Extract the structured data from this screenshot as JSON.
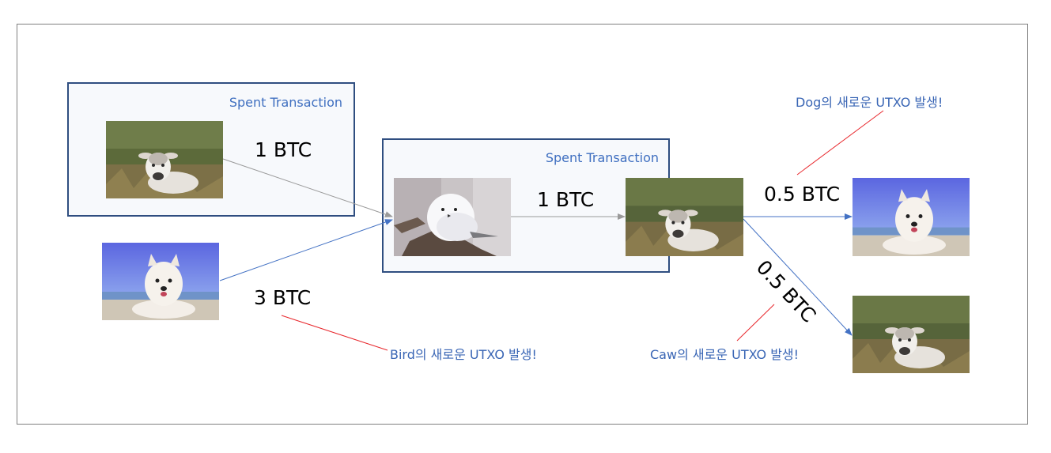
{
  "boxes": {
    "outer_title": "Spent Transaction",
    "inner_title": "Spent Transaction"
  },
  "amounts": {
    "cow_to_bird": "1 BTC",
    "dog_to_bird": "3 BTC",
    "bird_to_cow": "1 BTC",
    "cow_to_dog": "0.5 BTC",
    "cow_to_cow": "0.5 BTC"
  },
  "notes": {
    "bird": "Bird의 새로운 UTXO 발생!",
    "dog": "Dog의 새로운 UTXO 발생!",
    "caw": "Caw의 새로운 UTXO 발생!"
  },
  "images": {
    "cow": "cow-photo",
    "dog": "dog-photo",
    "bird": "bird-photo"
  },
  "colors": {
    "box_border": "#2f4e80",
    "blue_text": "#3f6fc0",
    "gray_arrow": "#9a9a9a",
    "blue_arrow": "#4472c4",
    "red_line": "#e8262b"
  }
}
